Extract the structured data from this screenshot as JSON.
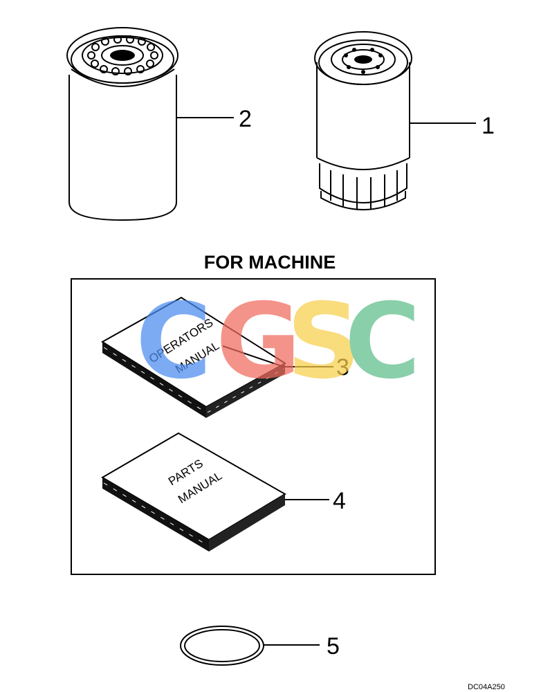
{
  "section_title": "FOR MACHINE",
  "callouts": {
    "c1": "1",
    "c2": "2",
    "c3": "3",
    "c4": "4",
    "c5": "5"
  },
  "operators_manual": {
    "line1": "OPERATORS",
    "line2": "MANUAL"
  },
  "parts_manual": {
    "line1": "PARTS",
    "line2": "MANUAL"
  },
  "drawing_code": "DC04A250",
  "watermark": {
    "letters": [
      "C",
      "G",
      "S",
      "C"
    ],
    "colors": [
      "#4a8cf0",
      "#f06a5e",
      "#f8cf4a",
      "#5cbd8a"
    ]
  }
}
